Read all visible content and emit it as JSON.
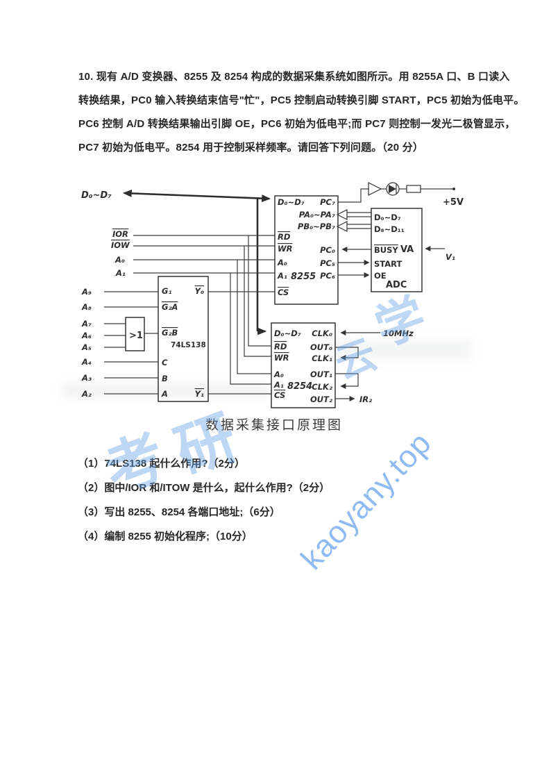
{
  "page": {
    "problem": {
      "lines": [
        "10. 现有 A/D 变换器、8255 及 8254 构成的数据采集系统如图所示。用 8255A 口、B 口读入",
        "转换结果，PC0 输入转换结束信号\"忙\"，PC5 控制启动转换引脚 START，PC5 初始为低电平。",
        "PC6 控制 A/D 转换结果输出引脚 OE，PC6 初始为低电平;而 PC7 则控制一发光二极管显示，",
        "PC7 初始为低电平。8254 用于控制采样频率。请回答下列问题。（20 分）"
      ]
    },
    "caption": "数据采集接口原理图",
    "questions": [
      "（1）74LS138 起什么作用?（2分）",
      "（2）图中/IOR 和/ITOW 是什么，起什么作用?（2分）",
      "（3）写出 8255、8254 各端口地址;（6分）",
      "（4）编制 8255 初始化程序;（10分）"
    ],
    "watermark": "kaoyany.top",
    "watermark_chars": [
      "考",
      "研",
      "学",
      "云"
    ]
  },
  "diagram": {
    "bus": "D₀~D₇",
    "ior": "IOR",
    "iow": "IOW",
    "a0": "A₀",
    "a1": "A₁",
    "addr": [
      "A₉",
      "A₈",
      "A₇",
      "A₆",
      "A₅",
      "A₄",
      "A₃",
      "A₂"
    ],
    "or_label": ">1",
    "ls138": {
      "name": "74LS138",
      "g1": "G₁",
      "g2a": "G₂A",
      "g2b": "G₂B",
      "c": "C",
      "b": "B",
      "a": "A",
      "y0": "Y₀",
      "y1": "Y₁"
    },
    "u8255": {
      "name": "8255",
      "d": "D₀~D₇",
      "rd": "RD",
      "wr": "WR",
      "a0": "A₀",
      "a1": "A₁",
      "cs": "CS",
      "pc7": "PC₇",
      "pa": "PA₀~PA₇",
      "pb": "PB₀~PB₇",
      "pc0": "PC₀",
      "pc5": "PC₅",
      "pc6": "PC₆"
    },
    "u8254": {
      "name": "8254",
      "d": "D₀~D₇",
      "rd": "RD",
      "wr": "WR",
      "a0": "A₀",
      "a1": "A₁",
      "cs": "CS",
      "clk0": "CLK₀",
      "out0": "OUT₀",
      "clk1": "CLK₁",
      "out1": "OUT₁",
      "clk2": "CLK₂",
      "out2": "OUT₂"
    },
    "adc": {
      "name": "ADC",
      "d_low": "D₀~D₇",
      "d_high": "D₈~D₁₁",
      "busy": "BUSY",
      "start": "START",
      "oe": "OE",
      "va": "VA",
      "v1": "V₁"
    },
    "clock": "10MHz",
    "irq": "IR₂",
    "vcc": "+5V"
  }
}
